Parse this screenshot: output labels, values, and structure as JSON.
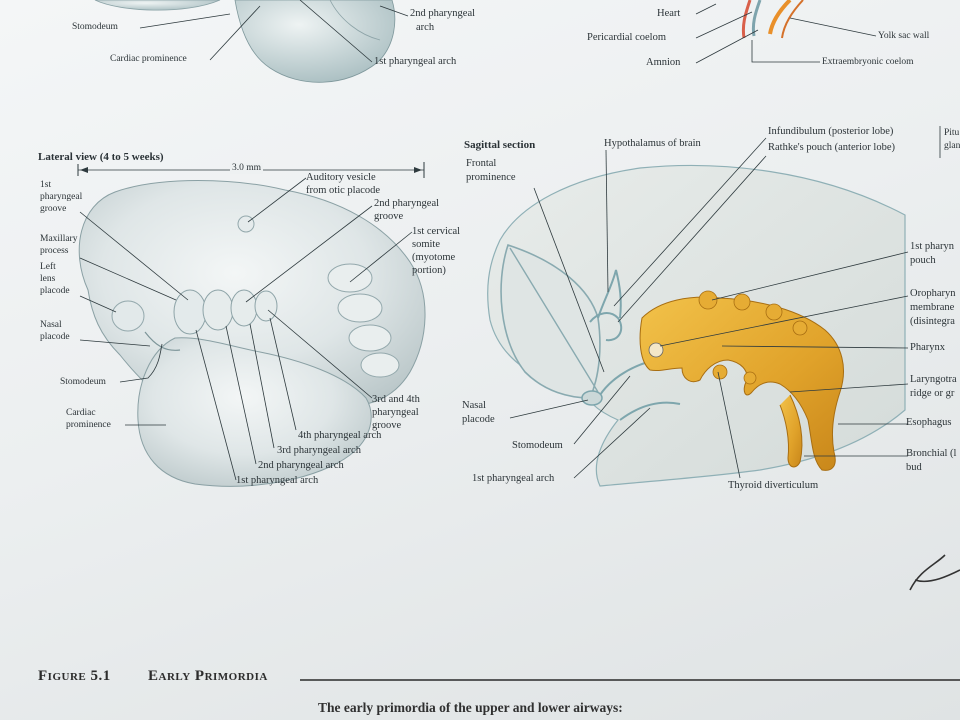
{
  "top_left": {
    "labels": [
      "Stomodeum",
      "Cardiac prominence",
      "2nd pharyngeal",
      "arch",
      "1st pharyngeal arch"
    ]
  },
  "top_right": {
    "labels": [
      "Heart",
      "Pericardial coelom",
      "Amnion",
      "Yolk sac wall",
      "Extraembryonic coelom"
    ]
  },
  "lateral": {
    "title": "Lateral view (4 to 5 weeks)",
    "scale": "3.0 mm",
    "labels": {
      "groove1_a": "1st",
      "groove1_b": "pharyngeal",
      "groove1_c": "groove",
      "maxillary_a": "Maxillary",
      "maxillary_b": "process",
      "lens_a": "Left",
      "lens_b": "lens",
      "lens_c": "placode",
      "nasal_a": "Nasal",
      "nasal_b": "placode",
      "stomodeum": "Stomodeum",
      "cardiac_a": "Cardiac",
      "cardiac_b": "prominence",
      "auditory_a": "Auditory vesicle",
      "auditory_b": "from otic placode",
      "groove2_a": "2nd pharyngeal",
      "groove2_b": "groove",
      "somite_a": "1st cervical",
      "somite_b": "somite",
      "somite_c": "(myotome",
      "somite_d": "portion)",
      "groove34_a": "3rd and 4th",
      "groove34_b": "pharyngeal",
      "groove34_c": "groove",
      "arch4": "4th pharyngeal arch",
      "arch3": "3rd pharyngeal arch",
      "arch2": "2nd pharyngeal arch",
      "arch1": "1st pharyngeal arch"
    }
  },
  "sagittal": {
    "title": "Sagittal section",
    "labels": {
      "hypothalamus": "Hypothalamus of brain",
      "infundibulum": "Infundibulum (posterior lobe)",
      "rathke": "Rathke's pouch (anterior lobe)",
      "pitu_a": "Pitu",
      "pitu_b": "glan",
      "frontal_a": "Frontal",
      "frontal_b": "prominence",
      "pouch_a": "1st pharyn",
      "pouch_b": "pouch",
      "oro_a": "Oropharyn",
      "oro_b": "membrane",
      "oro_c": "(disintegra",
      "pharynx": "Pharynx",
      "laryngo_a": "Laryngotra",
      "laryngo_b": "ridge or gr",
      "esophagus": "Esophagus",
      "bronchial_a": "Bronchial (l",
      "bronchial_b": "bud",
      "thyroid": "Thyroid diverticulum",
      "nasal_a": "Nasal",
      "nasal_b": "placode",
      "stomodeum": "Stomodeum",
      "arch1": "1st pharyngeal arch"
    }
  },
  "figure": {
    "number": "Figure 5.1",
    "title": "Early Primordia",
    "subtitle": "The early primordia of the upper and lower airways:"
  }
}
